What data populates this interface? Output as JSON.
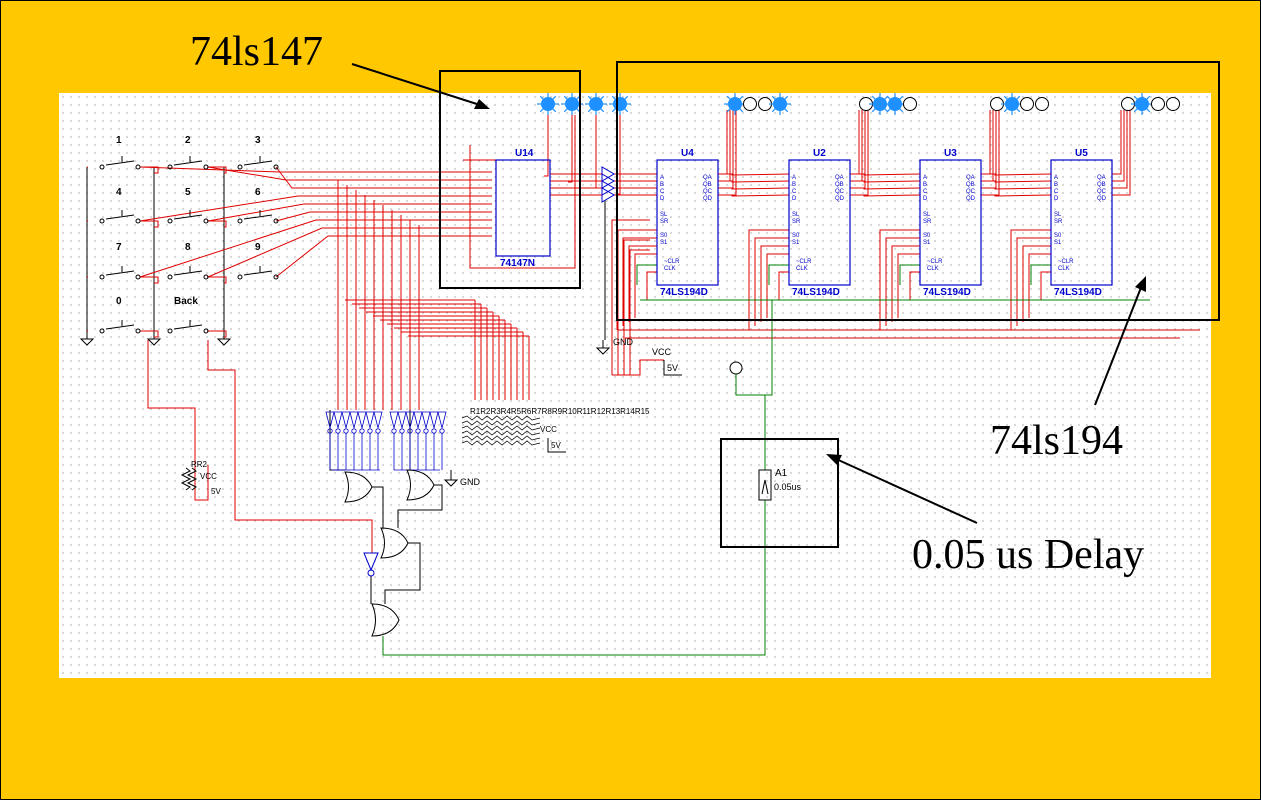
{
  "callouts": {
    "encoder": "74ls147",
    "shift_register": "74ls194",
    "delay": "0.05 us Delay"
  },
  "keypad": {
    "keys": [
      "1",
      "2",
      "3",
      "4",
      "5",
      "6",
      "7",
      "8",
      "9",
      "0",
      "Back"
    ]
  },
  "encoder_chip": {
    "ref": "U14",
    "part": "74147N"
  },
  "shift_registers": [
    {
      "ref": "U4",
      "part": "74LS194D"
    },
    {
      "ref": "U2",
      "part": "74LS194D"
    },
    {
      "ref": "U3",
      "part": "74LS194D"
    },
    {
      "ref": "U5",
      "part": "74LS194D"
    }
  ],
  "register_pins_left": [
    "A",
    "B",
    "C",
    "D",
    "SL",
    "SR",
    "S0",
    "S1",
    "~CLR",
    "CLK"
  ],
  "register_pins_right": [
    "QA",
    "QB",
    "QC",
    "QD"
  ],
  "power": {
    "vcc_label": "VCC",
    "vcc_value": "5V",
    "gnd_label": "GND"
  },
  "delay_component": {
    "ref": "A1",
    "value": "0.05us"
  },
  "resistor_pack": {
    "label": "R1R2R3R4R5R6R7R8R9R10R11R12R13R14R15",
    "vcc_label": "VCC",
    "vcc_value": "5V"
  },
  "pullup": {
    "label": "RR2",
    "vcc_label": "VCC",
    "vcc_value": "5V"
  },
  "colors": {
    "background": "#ffc800",
    "wire_red": "#e00000",
    "wire_green": "#008000",
    "component_blue": "#0000cc",
    "led_blue": "#1e90ff"
  }
}
